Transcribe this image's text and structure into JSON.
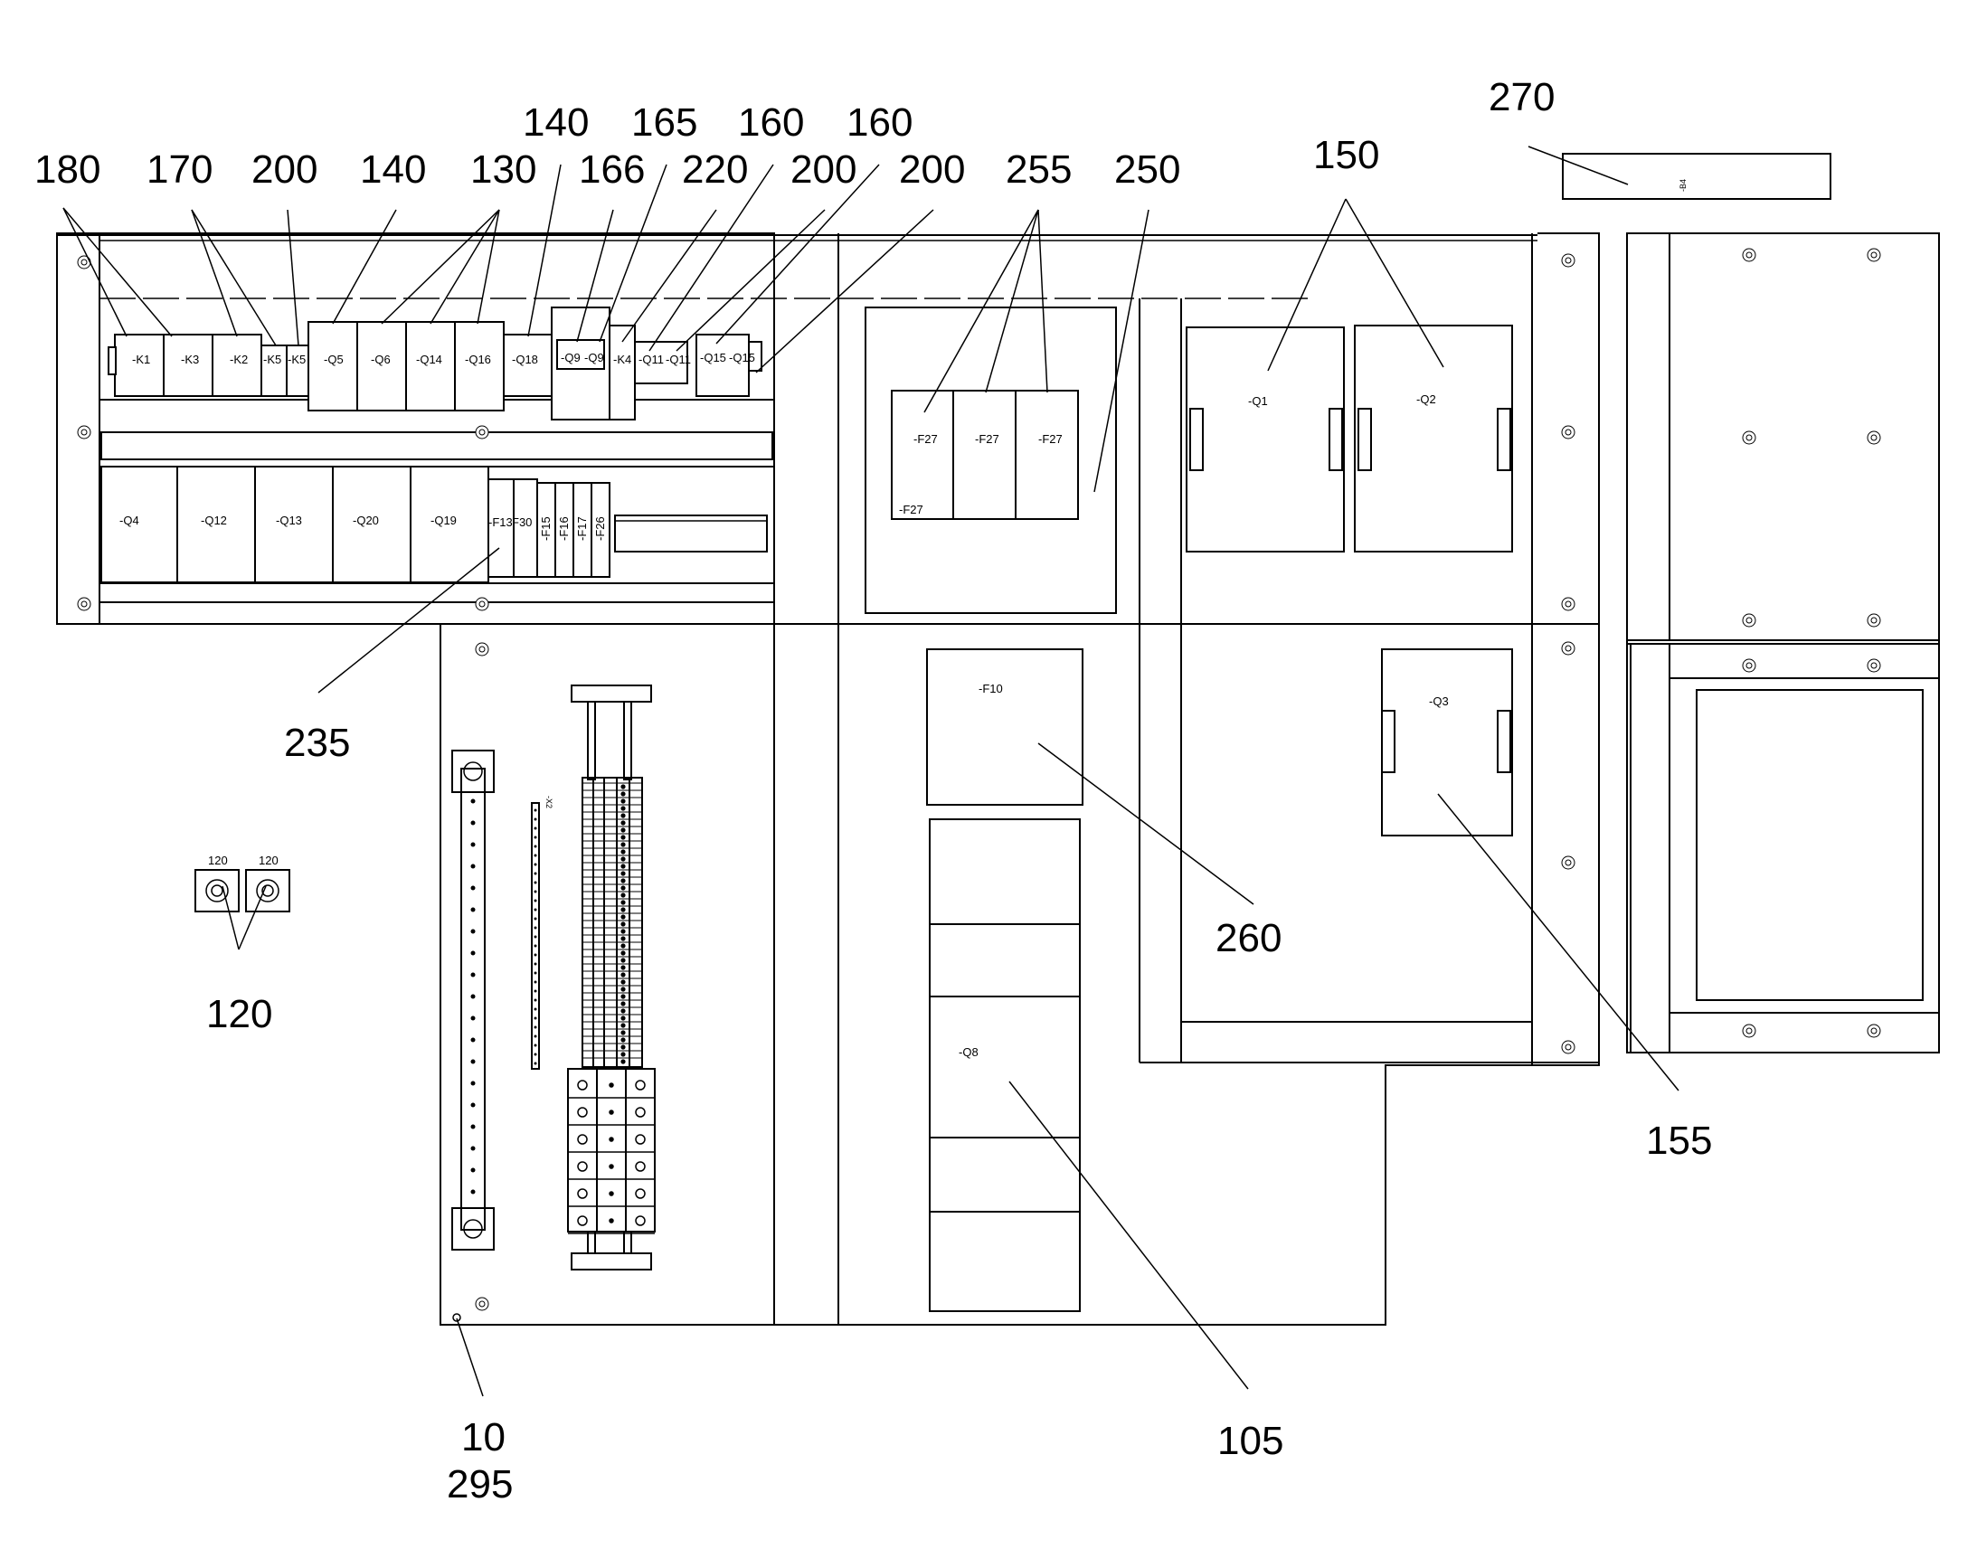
{
  "refs": {
    "r180": "180",
    "r170": "170",
    "r200a": "200",
    "r140a": "140",
    "r130": "130",
    "r140b": "140",
    "r166": "166",
    "r165": "165",
    "r220": "220",
    "r160a": "160",
    "r200b": "200",
    "r160b": "160",
    "r200c": "200",
    "r255": "255",
    "r250": "250",
    "r150": "150",
    "r270": "270",
    "r235": "235",
    "r120": "120",
    "r260": "260",
    "r155": "155",
    "r10": "10",
    "r295": "295",
    "r105": "105"
  },
  "top_row": [
    "-K1",
    "-K3",
    "-K2",
    "-K5",
    "-K5",
    "-Q5",
    "-Q6",
    "-Q14",
    "-Q16",
    "-Q18",
    "-Q9",
    "-Q9",
    "-K4",
    "-Q11",
    "-Q11",
    "-Q15",
    "-Q15"
  ],
  "second_row": [
    "-Q4",
    "-Q12",
    "-Q13",
    "-Q20",
    "-Q19",
    "-F13",
    "F30",
    "-F15",
    "-F16",
    "-F17",
    "-F26"
  ],
  "fuse_group": [
    "-F27",
    "-F27",
    "-F27",
    "-F27"
  ],
  "big_switches": [
    "-Q1",
    "-Q2",
    "-Q3"
  ],
  "misc": {
    "f10": "-F10",
    "q8": "-Q8",
    "b4": "-B4",
    "x2": "-X2",
    "glands": [
      "120",
      "120"
    ]
  }
}
